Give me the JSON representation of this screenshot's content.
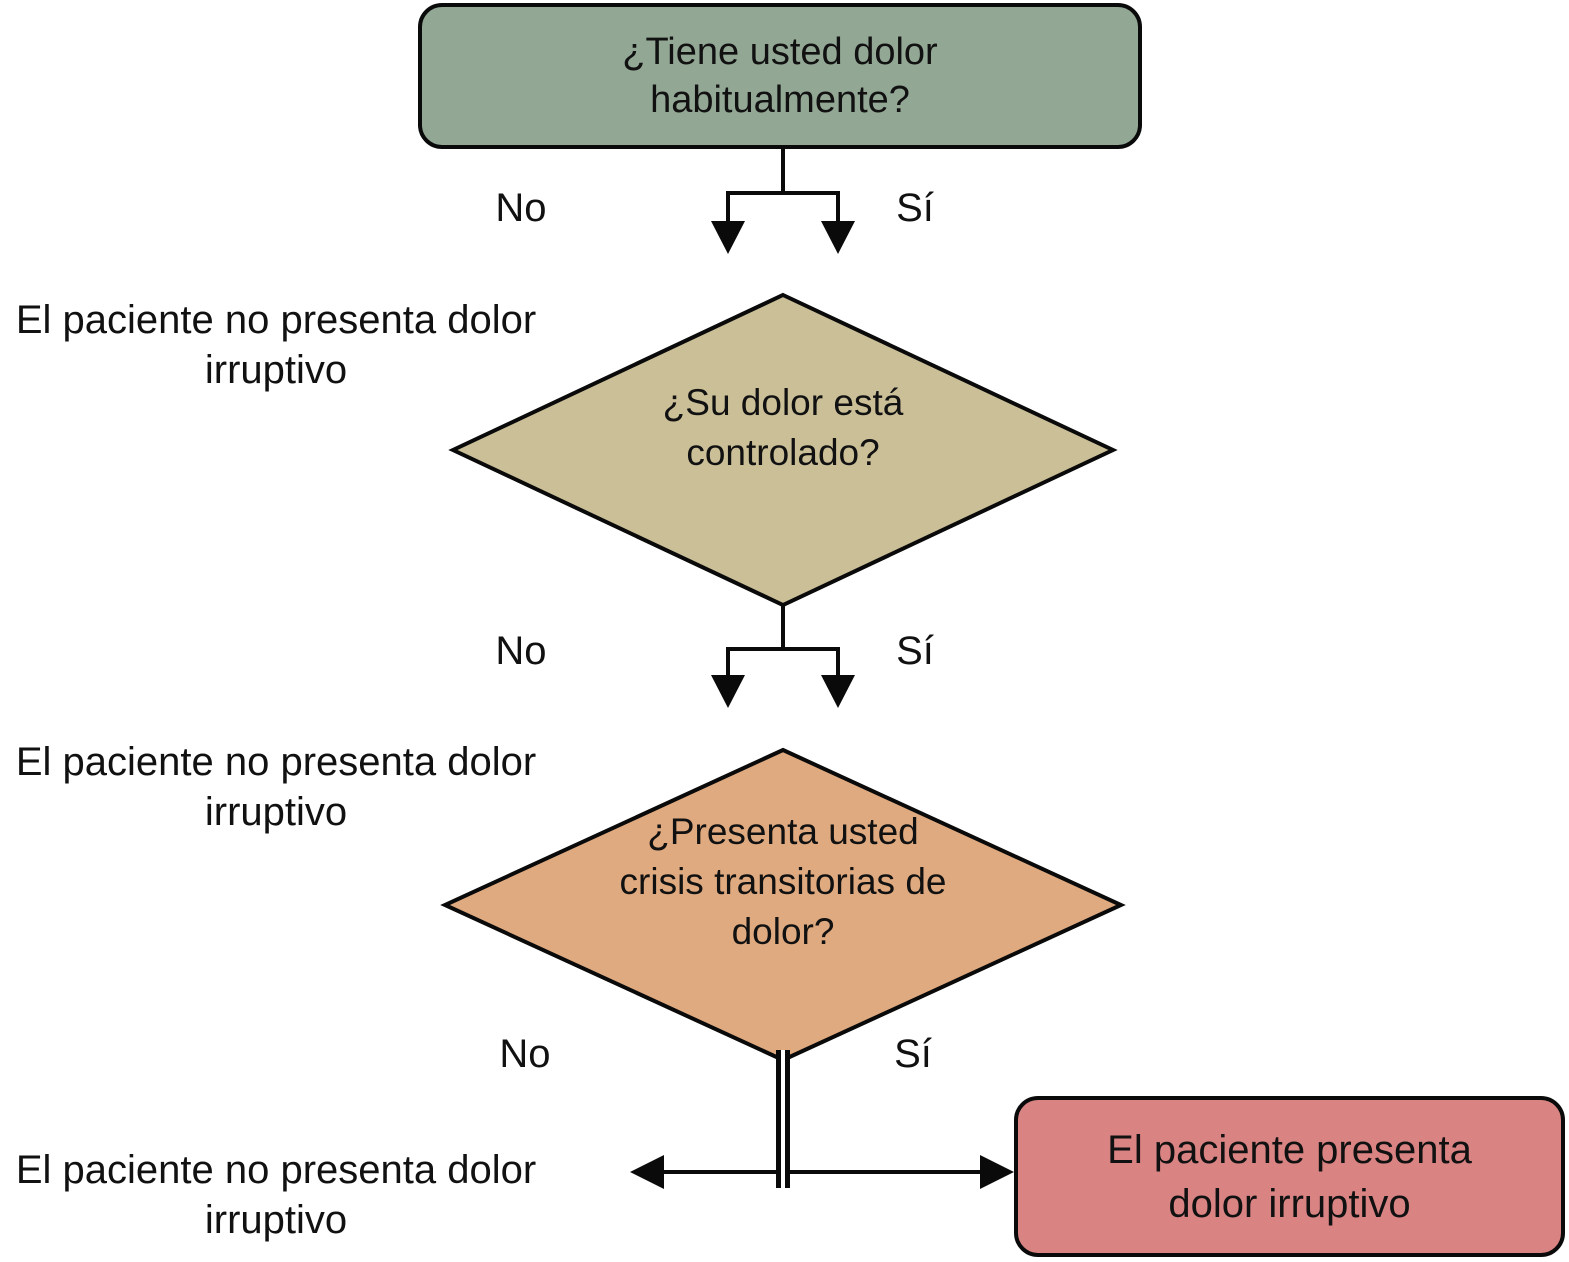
{
  "colors": {
    "background": "#ffffff",
    "start_fill": "#93a795",
    "diamond1_fill": "#cbbf98",
    "diamond2_fill": "#dfaa80",
    "result_fill": "#d98383",
    "stroke": "#0a0a0a",
    "text": "#111111"
  },
  "start": {
    "lines": [
      "¿Tiene usted dolor",
      "habitualmente?"
    ]
  },
  "decision1": {
    "lines": [
      "¿Su dolor",
      "está",
      "controlado?"
    ]
  },
  "decision2": {
    "lines": [
      "¿Presenta",
      "usted crisis",
      "transitorias",
      "de dolor?"
    ]
  },
  "result": {
    "lines": [
      "El paciente presenta",
      "dolor irruptivo"
    ]
  },
  "outcome1": {
    "lines": [
      "El paciente no presenta dolor",
      "irruptivo"
    ]
  },
  "outcome2": {
    "lines": [
      "El paciente no presenta dolor",
      "irruptivo"
    ]
  },
  "outcome3": {
    "lines": [
      "El paciente no presenta dolor",
      "irruptivo"
    ]
  },
  "branch1": {
    "no": "No",
    "yes": "Sí"
  },
  "branch2": {
    "no": "No",
    "yes": "Sí"
  },
  "branch3": {
    "no": "No",
    "yes": "Sí"
  }
}
